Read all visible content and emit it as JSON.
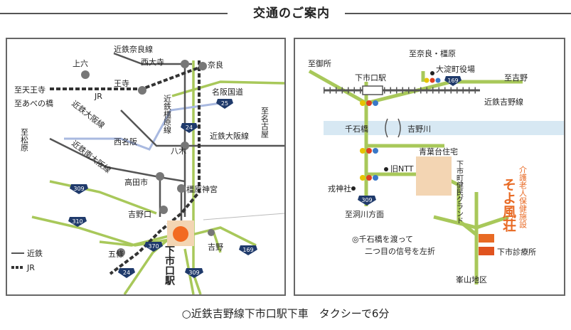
{
  "title": "交通のご案内",
  "caption": "○近鉄吉野線下市口駅下車　タクシーで6分",
  "left_map": {
    "labels": {
      "kintetsu_nara_line": "近鉄奈良線",
      "kamiroku": "上六",
      "saidaiji": "西大寺",
      "nara": "奈良",
      "tennoji": "至天王寺",
      "abeno": "至あべの橋",
      "oji": "王寺",
      "jr": "JR",
      "meihan": "名阪国道",
      "nagoya": "至名古屋",
      "kintetsu_kashihara": "近鉄橿原線",
      "kintetsu_osaka_line_1": "近鉄大阪線",
      "kintetsu_osaka_line_2": "近鉄大阪線",
      "nishinagoya": "西名阪",
      "matsubara": "至松原",
      "yagi": "八木",
      "minami_osaka": "近鉄南大阪線",
      "takada": "高田市",
      "kashihara_jingu": "橿原神宮",
      "yoshinoguchi": "吉野口",
      "gojo": "五條",
      "yoshino": "吉野",
      "shimoichiguchi": "下市口駅",
      "legend_kintetsu": "近鉄",
      "legend_jr": "JR"
    },
    "shields": {
      "r25": "25",
      "r24a": "24",
      "r24b": "24",
      "r309a": "309",
      "r309b": "309",
      "r310": "310",
      "r370": "370",
      "r169": "169"
    }
  },
  "right_map": {
    "labels": {
      "gose": "至御所",
      "nara_kashihara": "至奈良・橿原",
      "oyodo_office": "大淀町役場",
      "yoshino": "至吉野",
      "shimoichiguchi_station": "下市口駅",
      "kintetsu_yoshino": "近鉄吉野線",
      "senkokubashi": "千石橋",
      "yoshino_river": "吉野川",
      "aobadai": "青葉台住宅",
      "ntt": "旧NTT",
      "shimoichi_ground": "下市町健民グランド",
      "ebisu": "戎神社",
      "horaikawa": "至洞川方面",
      "note_line1": "◎千石橋を渡って",
      "note_line2": "二つ目の信号を左折",
      "facility_type": "介護老人保健施設",
      "facility_name": "そよ風荘",
      "clinic": "下市診療所",
      "mineyama": "峯山地区"
    },
    "shields": {
      "r169": "169",
      "r309": "309"
    }
  },
  "colors": {
    "road_green": "#a8c85a",
    "railway_gray": "#555555",
    "highway_blue": "#a9b9e0",
    "river_blue": "#d7e8f3",
    "shield_navy": "#1f3a6b",
    "destination_orange": "#f26a21",
    "area_tan": "#f3d5b3",
    "facility_orange": "#e86a24",
    "clinic_red": "#e0531f"
  }
}
